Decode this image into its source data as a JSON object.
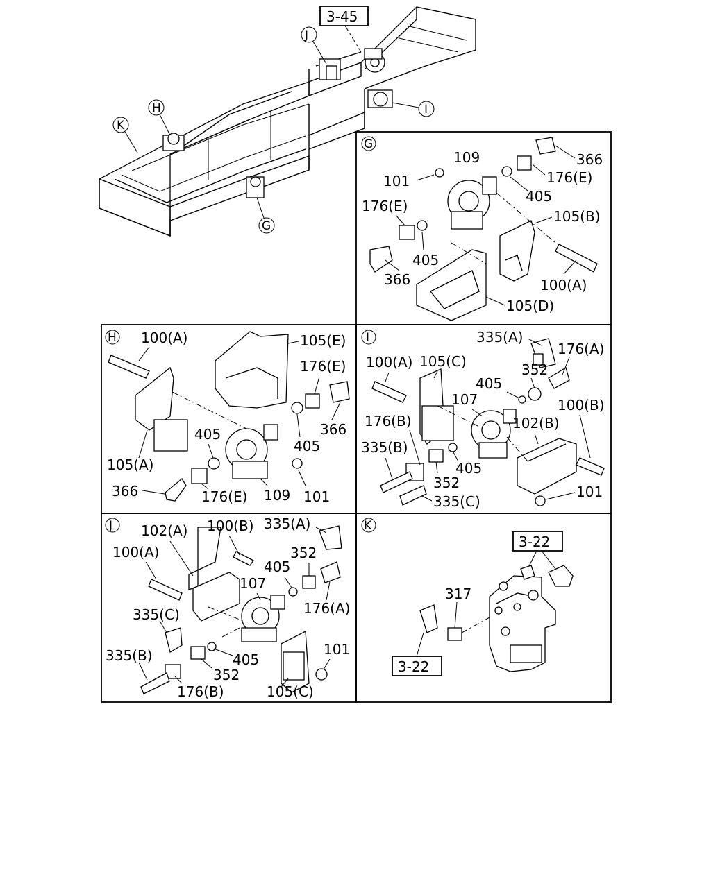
{
  "refs": {
    "top_ref": "3-45",
    "k_ref_top": "3-22",
    "k_ref_bottom": "3-22"
  },
  "overview": {
    "callouts": [
      "J",
      "H",
      "K",
      "I",
      "G"
    ]
  },
  "panels": {
    "G": {
      "tag": "G",
      "labels": [
        "109",
        "366",
        "101",
        "176(E)",
        "405",
        "176(E)",
        "105(B)",
        "405",
        "366",
        "100(A)",
        "105(D)"
      ]
    },
    "H": {
      "tag": "H",
      "labels": [
        "100(A)",
        "105(E)",
        "176(E)",
        "405",
        "405",
        "366",
        "105(A)",
        "366",
        "176(E)",
        "109",
        "101"
      ]
    },
    "I": {
      "tag": "I",
      "labels": [
        "335(A)",
        "176(A)",
        "100(A)",
        "105(C)",
        "352",
        "405",
        "107",
        "100(B)",
        "176(B)",
        "102(B)",
        "335(B)",
        "405",
        "352",
        "101",
        "335(C)"
      ]
    },
    "J": {
      "tag": "J",
      "labels": [
        "102(A)",
        "100(B)",
        "335(A)",
        "100(A)",
        "352",
        "405",
        "107",
        "176(A)",
        "335(C)",
        "101",
        "335(B)",
        "405",
        "352",
        "176(B)",
        "105(C)"
      ]
    },
    "K": {
      "tag": "K",
      "labels": [
        "317"
      ]
    }
  }
}
